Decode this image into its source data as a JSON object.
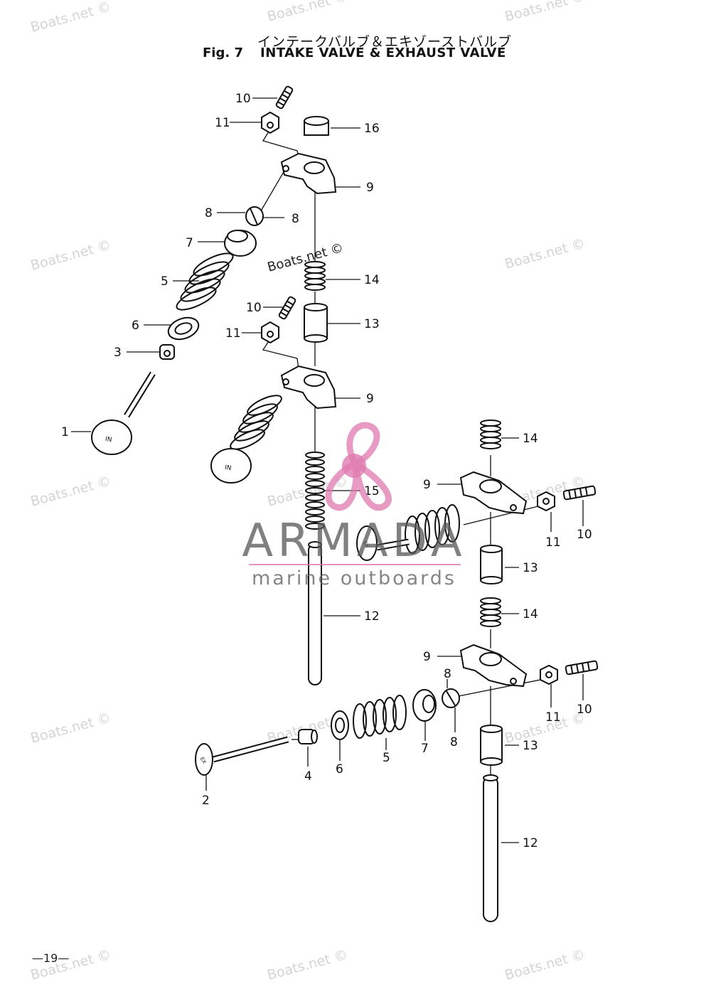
{
  "header": {
    "title_jp": "インテークバルブ＆エキゾーストバルブ",
    "fig_no": "Fig. 7",
    "title_en": "INTAKE VALVE & EXHAUST VALVE"
  },
  "callouts": [
    {
      "id": "c1",
      "label": "10"
    },
    {
      "id": "c2",
      "label": "11"
    },
    {
      "id": "c3",
      "label": "16"
    },
    {
      "id": "c4",
      "label": "9"
    },
    {
      "id": "c5",
      "label": "8"
    },
    {
      "id": "c6",
      "label": "8"
    },
    {
      "id": "c7",
      "label": "7"
    },
    {
      "id": "c8",
      "label": "5"
    },
    {
      "id": "c9",
      "label": "14"
    },
    {
      "id": "c10",
      "label": "10"
    },
    {
      "id": "c11",
      "label": "13"
    },
    {
      "id": "c12",
      "label": "6"
    },
    {
      "id": "c13",
      "label": "11"
    },
    {
      "id": "c14",
      "label": "3"
    },
    {
      "id": "c15",
      "label": "9"
    },
    {
      "id": "c16",
      "label": "1"
    },
    {
      "id": "c17",
      "label": "14"
    },
    {
      "id": "c18",
      "label": "15"
    },
    {
      "id": "c19",
      "label": "9"
    },
    {
      "id": "c20",
      "label": "11"
    },
    {
      "id": "c21",
      "label": "10"
    },
    {
      "id": "c22",
      "label": "13"
    },
    {
      "id": "c23",
      "label": "12"
    },
    {
      "id": "c24",
      "label": "14"
    },
    {
      "id": "c25",
      "label": "9"
    },
    {
      "id": "c26",
      "label": "8"
    },
    {
      "id": "c27",
      "label": "11"
    },
    {
      "id": "c28",
      "label": "10"
    },
    {
      "id": "c29",
      "label": "13"
    },
    {
      "id": "c30",
      "label": "8"
    },
    {
      "id": "c31",
      "label": "7"
    },
    {
      "id": "c32",
      "label": "5"
    },
    {
      "id": "c33",
      "label": "6"
    },
    {
      "id": "c34",
      "label": "4"
    },
    {
      "id": "c35",
      "label": "2"
    },
    {
      "id": "c36",
      "label": "12"
    }
  ],
  "valve_marks": {
    "intake": "IN",
    "exhaust": "EX"
  },
  "watermark": {
    "text": "Boats.net ©"
  },
  "logo": {
    "name": "ARMADA",
    "tagline": "marine outboards",
    "color": "#e07ab0",
    "text_color": "#555555"
  },
  "page_number": "—19—"
}
